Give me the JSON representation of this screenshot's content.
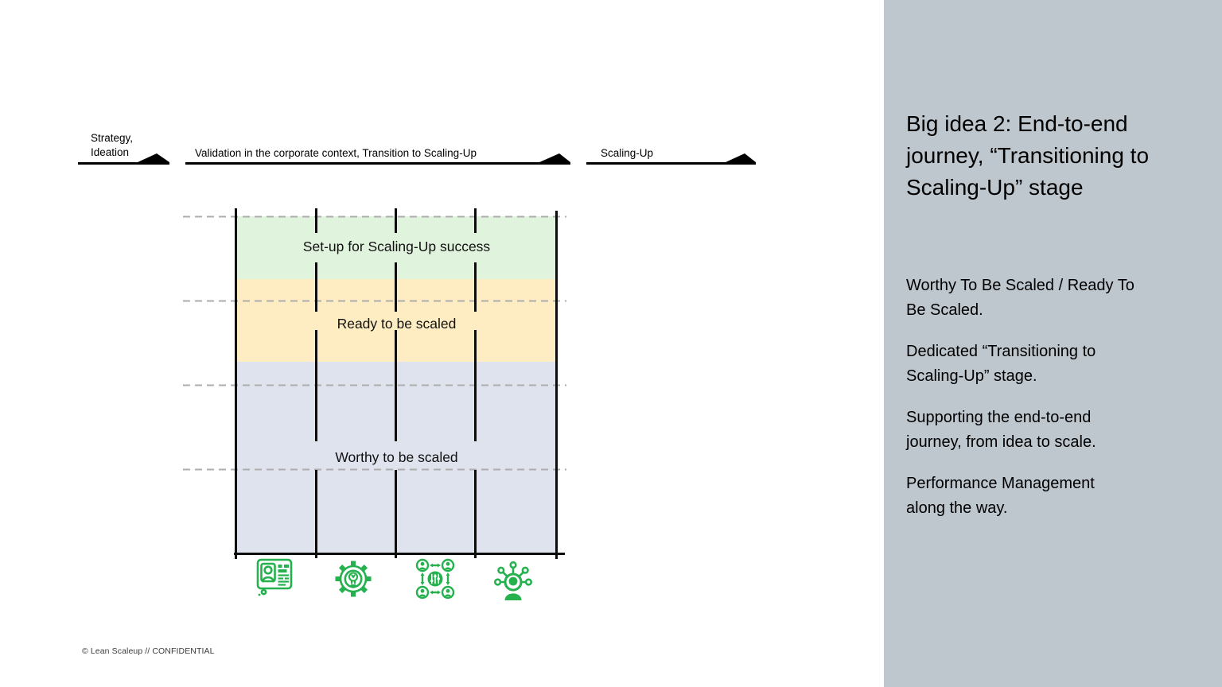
{
  "slide": {
    "footer": "© Lean Scaleup  // CONFIDENTIAL"
  },
  "timeline": {
    "stages": [
      {
        "label": "Strategy,\nIdeation"
      },
      {
        "label": "Validation in the corporate context, Transition to Scaling-Up"
      },
      {
        "label": "Scaling-Up"
      }
    ]
  },
  "chart": {
    "bands": [
      {
        "label": "Set-up for Scaling-Up success",
        "color": "#e0f3dd"
      },
      {
        "label": "Ready to be scaled",
        "color": "#feecc2"
      },
      {
        "label": "Worthy to be scaled",
        "color": "#dfe3ee"
      }
    ],
    "icons": [
      {
        "name": "profile-card-icon"
      },
      {
        "name": "gear-lightbulb-icon"
      },
      {
        "name": "team-network-icon"
      },
      {
        "name": "connected-person-icon"
      }
    ],
    "accent_green": "#25b14e",
    "gridline_color": "#adadad"
  },
  "panel": {
    "background": "#bec6ce",
    "title": "Big idea 2: End-to-end\njourney, “Transitioning to\nScaling-Up” stage",
    "paragraphs": [
      "Worthy To Be Scaled / Ready To\nBe Scaled.",
      "Dedicated “Transitioning to\nScaling-Up” stage.",
      "Supporting the end-to-end\njourney, from idea to scale.",
      "Performance Management\nalong the way."
    ]
  }
}
